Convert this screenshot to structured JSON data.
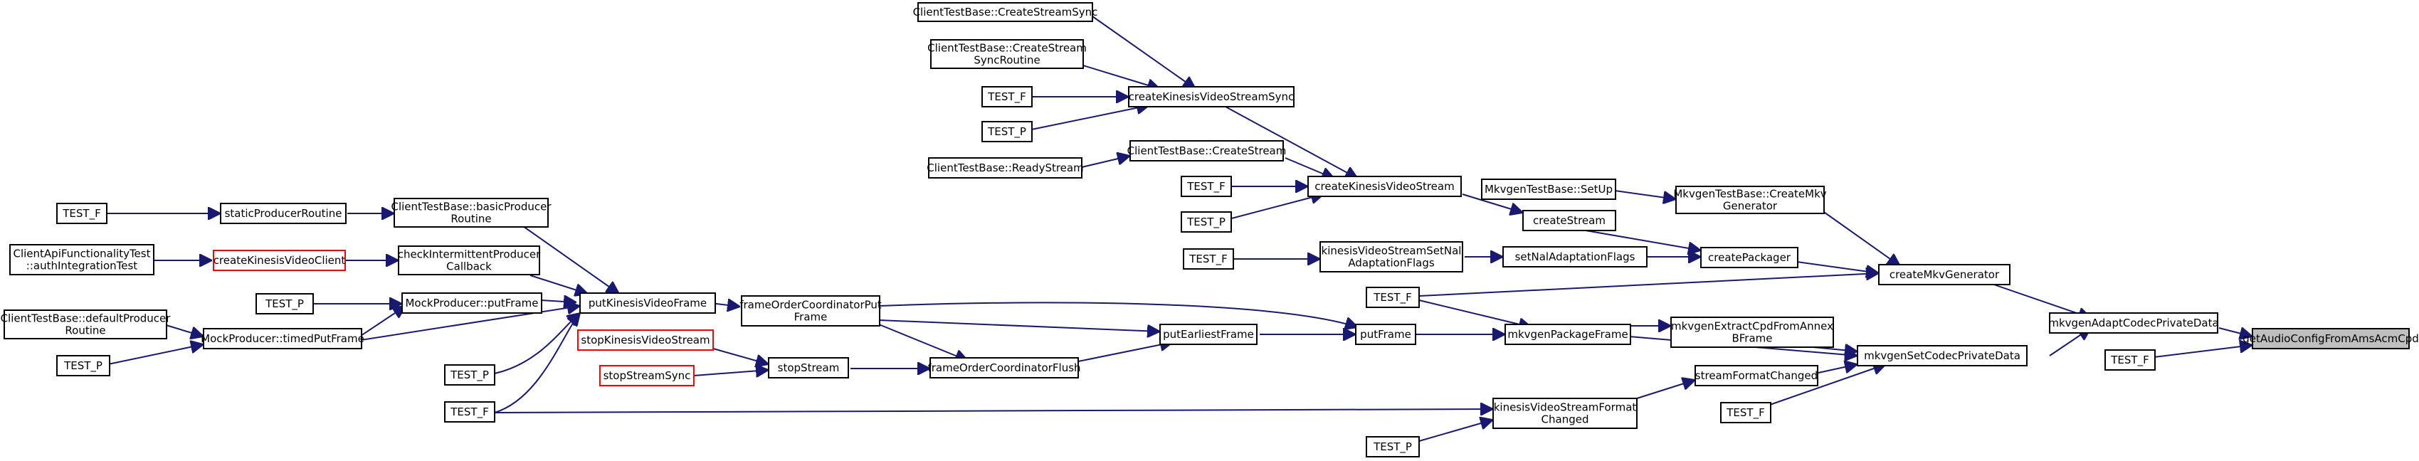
{
  "colors": {
    "edge": "#191970",
    "node_border": "#000000",
    "incomplete_border": "#ff0000",
    "root_fill": "#bfbfbf",
    "background": "#ffffff"
  },
  "nodes": [
    {
      "id": "root",
      "lines": [
        "getAudioConfigFromAmsAcmCpd"
      ],
      "style": "root"
    },
    {
      "id": "adapt",
      "lines": [
        "mkvgenAdaptCodecPrivateData"
      ]
    },
    {
      "id": "testf_root",
      "lines": [
        "TEST_F"
      ]
    },
    {
      "id": "createMkvGen",
      "lines": [
        "createMkvGenerator"
      ]
    },
    {
      "id": "setCodec",
      "lines": [
        "mkvgenSetCodecPrivateData"
      ]
    },
    {
      "id": "mkvTestCreate",
      "lines": [
        "MkvgenTestBase::CreateMkv",
        "Generator"
      ]
    },
    {
      "id": "mkvTestSetup",
      "lines": [
        "MkvgenTestBase::SetUp"
      ]
    },
    {
      "id": "createPackager",
      "lines": [
        "createPackager"
      ]
    },
    {
      "id": "createStream",
      "lines": [
        "createStream"
      ]
    },
    {
      "id": "setNalFlags",
      "lines": [
        "setNalAdaptationFlags"
      ]
    },
    {
      "id": "kvsSetNal",
      "lines": [
        "kinesisVideoStreamSetNal",
        "AdaptationFlags"
      ]
    },
    {
      "id": "testf_nal",
      "lines": [
        "TEST_F"
      ]
    },
    {
      "id": "createKVS",
      "lines": [
        "createKinesisVideoStream"
      ]
    },
    {
      "id": "createKVSSync",
      "lines": [
        "createKinesisVideoStreamSync"
      ]
    },
    {
      "id": "ctbCreateStreamSync",
      "lines": [
        "ClientTestBase::CreateStreamSync"
      ]
    },
    {
      "id": "ctbCreateStreamSyncRoutine",
      "lines": [
        "ClientTestBase::CreateStream",
        "SyncRoutine"
      ]
    },
    {
      "id": "testf_sync",
      "lines": [
        "TEST_F"
      ]
    },
    {
      "id": "testp_sync",
      "lines": [
        "TEST_P"
      ]
    },
    {
      "id": "ctbCreateStream",
      "lines": [
        "ClientTestBase::CreateStream"
      ]
    },
    {
      "id": "ctbReadyStream",
      "lines": [
        "ClientTestBase::ReadyStream"
      ]
    },
    {
      "id": "testf_kvs",
      "lines": [
        "TEST_F"
      ]
    },
    {
      "id": "testp_kvs",
      "lines": [
        "TEST_P"
      ]
    },
    {
      "id": "testf_gen",
      "lines": [
        "TEST_F"
      ]
    },
    {
      "id": "mkvPkgFrame",
      "lines": [
        "mkvgenPackageFrame"
      ]
    },
    {
      "id": "mkvExtractCpd",
      "lines": [
        "mkvgenExtractCpdFromAnnex",
        "BFrame"
      ]
    },
    {
      "id": "streamFmtChanged",
      "lines": [
        "streamFormatChanged"
      ]
    },
    {
      "id": "testf_codec",
      "lines": [
        "TEST_F"
      ]
    },
    {
      "id": "kvsFmtChanged",
      "lines": [
        "kinesisVideoStreamFormat",
        "Changed"
      ]
    },
    {
      "id": "testp_fmt",
      "lines": [
        "TEST_P"
      ]
    },
    {
      "id": "putFrame",
      "lines": [
        "putFrame"
      ]
    },
    {
      "id": "putEarliest",
      "lines": [
        "putEarliestFrame"
      ]
    },
    {
      "id": "focPut",
      "lines": [
        "frameOrderCoordinatorPut",
        "Frame"
      ]
    },
    {
      "id": "focFlush",
      "lines": [
        "frameOrderCoordinatorFlush"
      ]
    },
    {
      "id": "stopStream",
      "lines": [
        "stopStream"
      ]
    },
    {
      "id": "stopKVS",
      "lines": [
        "stopKinesisVideoStream"
      ],
      "style": "red"
    },
    {
      "id": "stopSync",
      "lines": [
        "stopStreamSync"
      ],
      "style": "red"
    },
    {
      "id": "putKVF",
      "lines": [
        "putKinesisVideoFrame"
      ]
    },
    {
      "id": "testp_put",
      "lines": [
        "TEST_P"
      ]
    },
    {
      "id": "testf_put",
      "lines": [
        "TEST_F"
      ]
    },
    {
      "id": "ctbBasic",
      "lines": [
        "ClientTestBase::basicProducer",
        "Routine"
      ]
    },
    {
      "id": "checkInter",
      "lines": [
        "checkIntermittentProducer",
        "Callback"
      ]
    },
    {
      "id": "mpPut",
      "lines": [
        "MockProducer::putFrame"
      ]
    },
    {
      "id": "mpTimed",
      "lines": [
        "MockProducer::timedPutFrame"
      ]
    },
    {
      "id": "staticRoutine",
      "lines": [
        "staticProducerRoutine"
      ]
    },
    {
      "id": "testf_static",
      "lines": [
        "TEST_F"
      ]
    },
    {
      "id": "createKVC",
      "lines": [
        "createKinesisVideoClient"
      ],
      "style": "red"
    },
    {
      "id": "capiAuth",
      "lines": [
        "ClientApiFunctionalityTest",
        "::authIntegrationTest"
      ]
    },
    {
      "id": "testp_mp",
      "lines": [
        "TEST_P"
      ]
    },
    {
      "id": "ctbDefault",
      "lines": [
        "ClientTestBase::defaultProducer",
        "Routine"
      ]
    },
    {
      "id": "testp_timed",
      "lines": [
        "TEST_P"
      ]
    }
  ]
}
